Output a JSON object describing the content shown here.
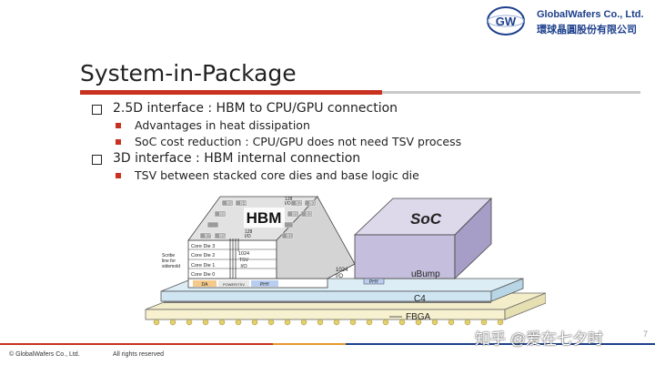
{
  "header": {
    "logo_text": "GW",
    "brand_en": "GlobalWafers Co., Ltd.",
    "brand_zh": "環球晶圓股份有限公司"
  },
  "slide": {
    "title": "System-in-Package",
    "bullets": [
      {
        "text": "2.5D interface : HBM to CPU/GPU connection",
        "sub": [
          "Advantages in heat dissipation",
          "SoC cost reduction : CPU/GPU does not need TSV process"
        ]
      },
      {
        "text": "3D interface : HBM internal connection",
        "sub": [
          "TSV between stacked core dies and base logic die"
        ]
      }
    ]
  },
  "diagram": {
    "hbm_label": "HBM",
    "soc_label": "SoC",
    "core_dies": [
      "Core Die 3",
      "Core Die 2",
      "Core Die 1",
      "Core Die 0"
    ],
    "tsv_label": [
      "1024",
      "TSV",
      "I/O"
    ],
    "io_label_top": [
      "128",
      "I/O"
    ],
    "io_label_stack": [
      "128",
      "I/O"
    ],
    "io_label_side": [
      "1024",
      "I/O"
    ],
    "scribe_label": [
      "Scribe",
      "line for",
      "sidemold"
    ],
    "base_labels": [
      "DA",
      "POWER/TSV",
      "PHY"
    ],
    "soc_phy": "PHY",
    "ubump": "uBump",
    "c4": "C4",
    "fbga": "FBGA",
    "banks": [
      "B6",
      "B4",
      "B2",
      "B0",
      "B8",
      "B5",
      "B3",
      "B7",
      "B5",
      "B1"
    ]
  },
  "footer": {
    "copyright": "© GlobalWafers Co., Ltd.",
    "rights": "All rights reserved",
    "page": "7"
  },
  "watermark": "知乎 @爱在七夕时",
  "colors": {
    "accent_red": "#c8311f",
    "brand_blue": "#1d3f8c",
    "soc_purple": "#c5bedc",
    "interposer_blue": "#cfe6f2"
  }
}
